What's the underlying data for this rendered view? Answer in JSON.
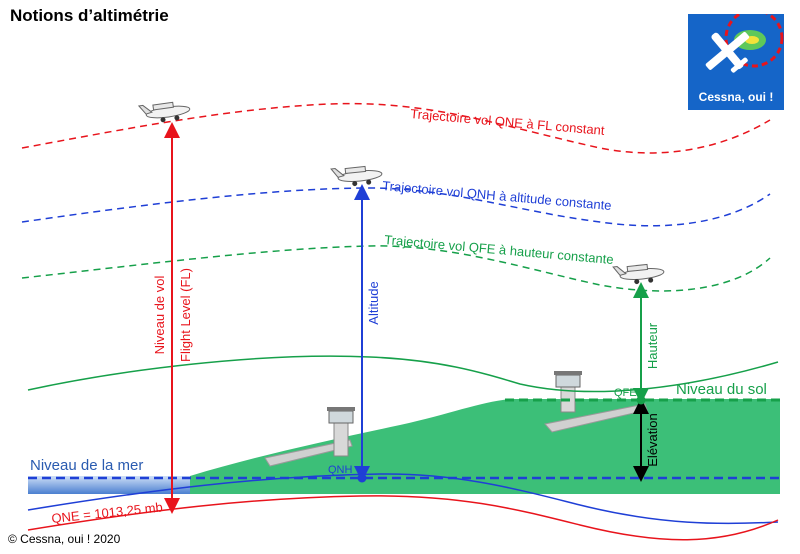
{
  "title": "Notions d’altimétrie",
  "logo": {
    "text": "Cessna, oui !"
  },
  "copyright": "© Cessna, oui ! 2020",
  "trajectories": {
    "qne": "Trajectoire vol QNE à FL constant",
    "qnh": "Trajectoire vol QNH à altitude constante",
    "qfe": "Trajectoire vol QFE à hauteur constante"
  },
  "measures": {
    "fl_line1": "Niveau de vol",
    "fl_line2": "Flight Level (FL)",
    "altitude": "Altitude",
    "hauteur": "Hauteur",
    "elevation": "Elévation"
  },
  "references": {
    "sea_level": "Niveau de la mer",
    "ground_level": "Niveau du sol",
    "qne": "QNE = 1013,25 mb",
    "qnh": "QNH",
    "qfe": "QFE"
  },
  "colors": {
    "qne": "#e8141c",
    "qnh": "#1f3fd6",
    "qfe": "#16a04a",
    "ground": "#3cbf78",
    "sea": "#4a7fd0",
    "logo_bg": "#1565c8"
  }
}
